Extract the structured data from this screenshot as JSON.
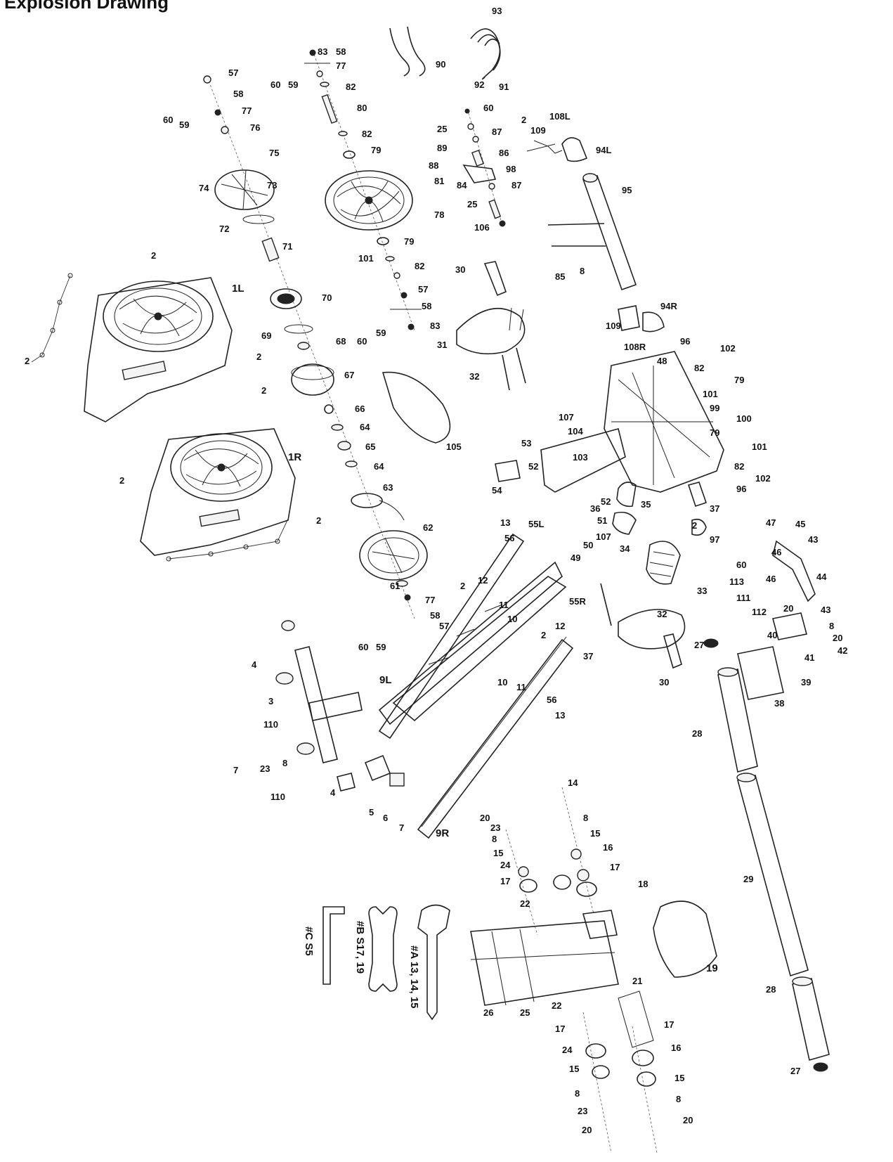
{
  "header": {
    "caption": "Explosion Drawing"
  },
  "labels": {
    "l_93": "93",
    "l_90": "90",
    "l_92": "92",
    "l_91": "91",
    "l_83a": "83",
    "l_58a": "58",
    "l_77a": "77",
    "l_82a": "82",
    "l_80": "80",
    "l_82b": "82",
    "l_79a": "79",
    "l_60a": "60",
    "l_59a": "59",
    "l_57a": "57",
    "l_58b": "58",
    "l_77b": "77",
    "l_76": "76",
    "l_60b": "60",
    "l_59b": "59",
    "l_75": "75",
    "l_74": "74",
    "l_73": "73",
    "l_72": "72",
    "l_71": "71",
    "l_2a": "2",
    "l_1L": "1L",
    "l_2b": "2",
    "l_2c": "2",
    "l_2d": "2",
    "l_70": "70",
    "l_69": "69",
    "l_68": "68",
    "l_67": "67",
    "l_66": "66",
    "l_64a": "64",
    "l_65": "65",
    "l_64b": "64",
    "l_1R": "1R",
    "l_2e": "2",
    "l_2f": "2",
    "l_63": "63",
    "l_62": "62",
    "l_61": "61",
    "l_77c": "77",
    "l_58c": "58",
    "l_57c": "57",
    "l_60c": "60",
    "l_59c": "59",
    "l_78": "78",
    "l_79b": "79",
    "l_101a": "101",
    "l_82c": "82",
    "l_57b": "57",
    "l_58d": "58",
    "l_83b": "83",
    "l_60d": "60",
    "l_59d": "59",
    "l_31a": "31",
    "l_30a": "30",
    "l_105": "105",
    "l_32a": "32",
    "l_60e": "60",
    "l_25a": "25",
    "l_87a": "87",
    "l_89": "89",
    "l_86": "86",
    "l_88": "88",
    "l_98": "98",
    "l_81": "81",
    "l_84": "84",
    "l_87b": "87",
    "l_25b": "25",
    "l_106": "106",
    "l_2g": "2",
    "l_109a": "109",
    "l_108L": "108L",
    "l_94L": "94L",
    "l_95": "95",
    "l_85": "85",
    "l_8a": "8",
    "l_94R": "94R",
    "l_109b": "109",
    "l_108R": "108R",
    "l_48": "48",
    "l_96a": "96",
    "l_102a": "102",
    "l_82d": "82",
    "l_79c": "79",
    "l_101b": "101",
    "l_99": "99",
    "l_100": "100",
    "l_79d": "79",
    "l_101c": "101",
    "l_82e": "82",
    "l_102b": "102",
    "l_96b": "96",
    "l_107a": "107",
    "l_104": "104",
    "l_103": "103",
    "l_53": "53",
    "l_52a": "52",
    "l_54": "54",
    "l_13a": "13",
    "l_55L": "55L",
    "l_56a": "56",
    "l_36": "36",
    "l_35": "35",
    "l_37a": "37",
    "l_2h": "2",
    "l_97": "97",
    "l_47": "47",
    "l_45": "45",
    "l_43a": "43",
    "l_46a": "46",
    "l_46b": "46",
    "l_44": "44",
    "l_20a": "20",
    "l_43b": "43",
    "l_8b": "8",
    "l_20b": "20",
    "l_42": "42",
    "l_40": "40",
    "l_41": "41",
    "l_39": "39",
    "l_38": "38",
    "l_52b": "52",
    "l_34": "34",
    "l_51": "51",
    "l_107b": "107",
    "l_50": "50",
    "l_49": "49",
    "l_60f": "60",
    "l_113": "113",
    "l_111": "111",
    "l_112": "112",
    "l_33": "33",
    "l_32b": "32",
    "l_2i": "2",
    "l_12a": "12",
    "l_11a": "11",
    "l_10a": "10",
    "l_55R": "55R",
    "l_12b": "12",
    "l_2j": "2",
    "l_9L": "9L",
    "l_10b": "10",
    "l_11b": "11",
    "l_56b": "56",
    "l_13b": "13",
    "l_37b": "37",
    "l_30b": "30",
    "l_27a": "27",
    "l_28a": "28",
    "l_29": "29",
    "l_28b": "28",
    "l_27b": "27",
    "l_4a": "4",
    "l_3": "3",
    "l_110a": "110",
    "l_7a": "7",
    "l_23a": "23",
    "l_8c": "8",
    "l_110b": "110",
    "l_4b": "4",
    "l_5": "5",
    "l_6": "6",
    "l_7b": "7",
    "l_9R": "9R",
    "l_14": "14",
    "l_8d": "8",
    "l_15a": "15",
    "l_16a": "16",
    "l_17a": "17",
    "l_18": "18",
    "l_19": "19",
    "l_20c": "20",
    "l_23b": "23",
    "l_8e": "8",
    "l_15b": "15",
    "l_24a": "24",
    "l_17b": "17",
    "l_22a": "22",
    "l_26": "26",
    "l_25c": "25",
    "l_21": "21",
    "l_22b": "22",
    "l_17c": "17",
    "l_24b": "24",
    "l_15c": "15",
    "l_8f": "8",
    "l_23c": "23",
    "l_20d": "20",
    "l_17d": "17",
    "l_16b": "16",
    "l_15d": "15",
    "l_8g": "8",
    "l_20e": "20"
  },
  "tools": {
    "tool_c": "#C S5",
    "tool_b": "#B S17, 19",
    "tool_a": "#A 13, 14, 15"
  }
}
